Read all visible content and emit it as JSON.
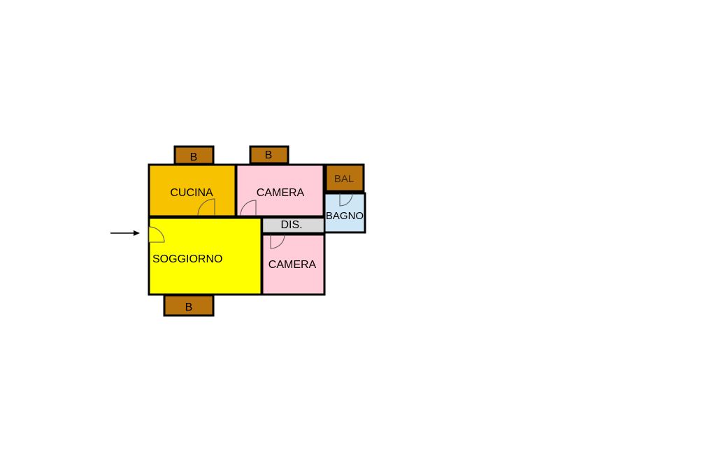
{
  "colors": {
    "balcony": "#b8720e",
    "kitchen": "#f7c200",
    "living": "#ffff00",
    "bedroom": "#ffccd9",
    "hall": "#d9d9d9",
    "bath": "#cfe6f7",
    "wall": "#000000",
    "door": "#555555"
  },
  "rooms": {
    "cucina": "CUCINA",
    "camera_top": "CAMERA",
    "camera_bottom": "CAMERA",
    "soggiorno": "SOGGIORNO",
    "dis": "DIS.",
    "bagno": "BAGNO",
    "bal": "BAL"
  },
  "balconies": {
    "top_left": "B",
    "top_center": "B",
    "bottom": "B"
  }
}
